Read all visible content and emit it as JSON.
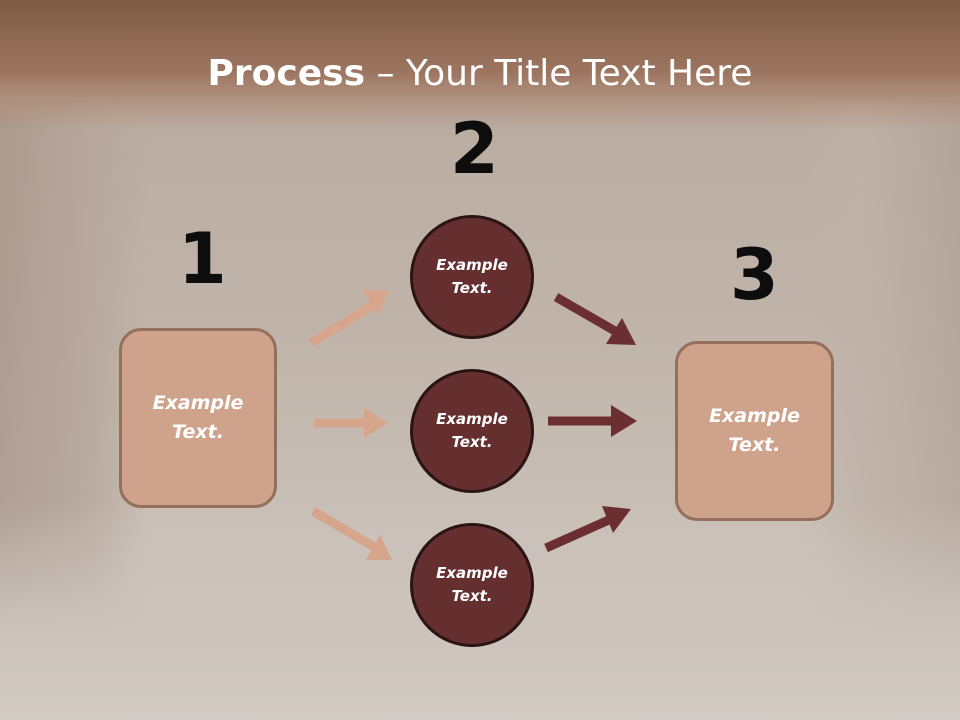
{
  "title": {
    "bold": "Process",
    "rest": " – Your Title Text Here"
  },
  "steps": {
    "one": {
      "number": "1",
      "label": "Example\nText."
    },
    "two": {
      "number": "2"
    },
    "three": {
      "number": "3",
      "label": "Example\nText."
    }
  },
  "circles": [
    {
      "label": "Example\nText."
    },
    {
      "label": "Example\nText."
    },
    {
      "label": "Example\nText."
    }
  ],
  "colors": {
    "light_arrow": "#d6a58c",
    "dark_arrow": "#6b2f32",
    "box_fill": "#cfa38b",
    "circle_fill": "#652f30"
  }
}
